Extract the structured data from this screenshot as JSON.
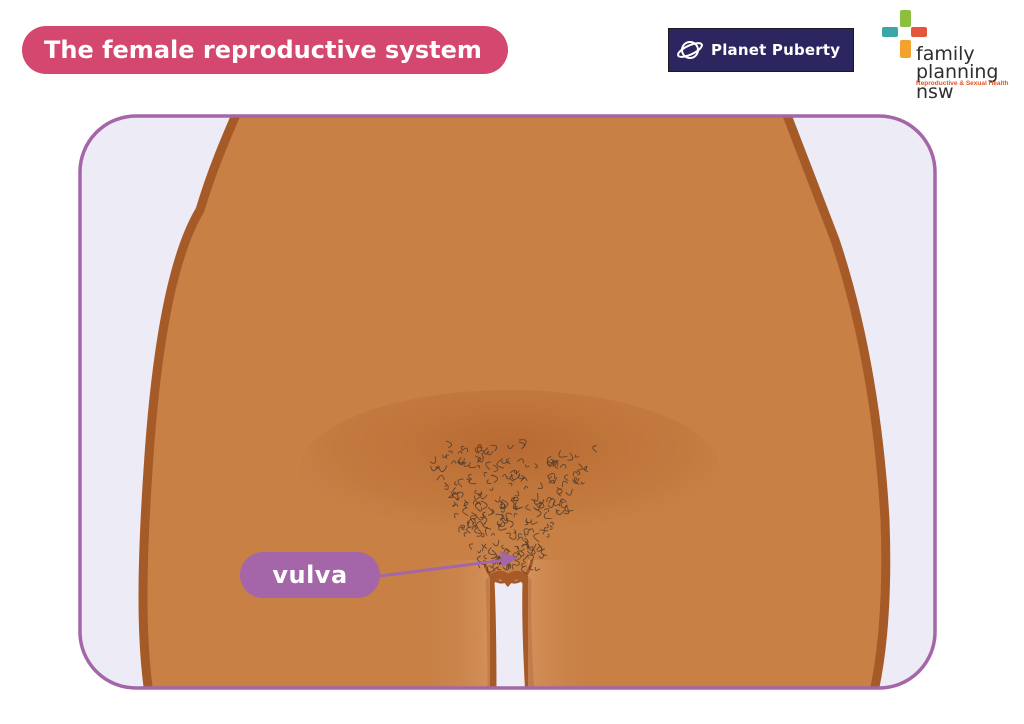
{
  "header": {
    "title": "The female reproductive system"
  },
  "logos": {
    "planet_puberty": {
      "text": "Planet Puberty",
      "icon": "planet-icon"
    },
    "family_planning": {
      "line1": "family",
      "line2": "planning nsw",
      "tagline": "Reproductive & Sexual Health",
      "icon": "cross-logo-icon"
    }
  },
  "diagram": {
    "labels": {
      "vulva": "vulva"
    }
  },
  "colors": {
    "title_pill": "#d4476e",
    "label_pill": "#a466a8",
    "arrow": "#a466a8",
    "frame_border": "#a466a8",
    "frame_fill": "#ecebf6",
    "skin": "#c88045",
    "skin_outline": "#a65a28",
    "shadow": "#b86a32",
    "hair": "#4b3a2e",
    "pp_logo_bg": "#2b2560",
    "fp_tag_color": "#e0552a",
    "fp_green": "#8cbf3f",
    "fp_orange": "#f3a230",
    "fp_red": "#e4563c",
    "fp_teal": "#3aa6a6"
  }
}
